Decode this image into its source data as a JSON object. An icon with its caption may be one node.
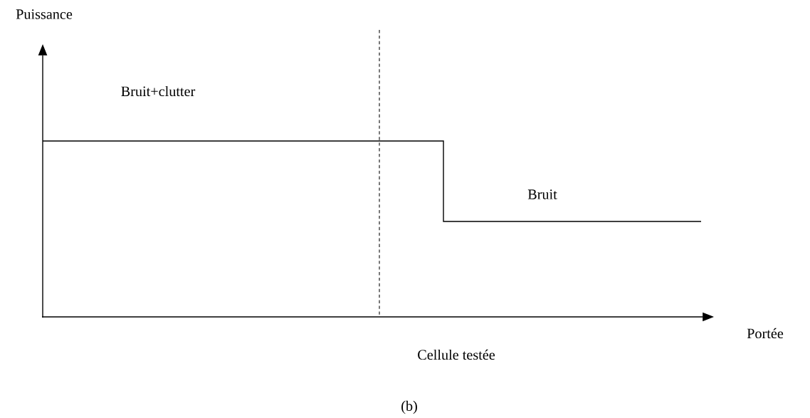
{
  "diagram": {
    "caption": "(b)",
    "labels": [
      "Puissance",
      "Bruit+clutter",
      "Bruit",
      "Portée",
      "Cellule testée"
    ]
  }
}
